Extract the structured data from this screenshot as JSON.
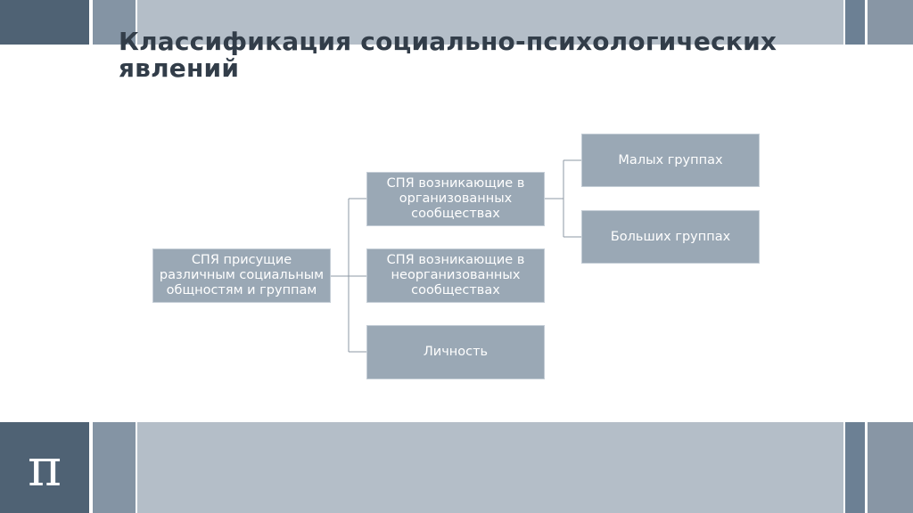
{
  "slide": {
    "title": "Классификация социально-психологических явлений",
    "logo_symbol": "π"
  },
  "diagram": {
    "root": {
      "label": "СПЯ присущие различным социальным общностям и группам"
    },
    "organized": {
      "label": "СПЯ возникающие в организованных сообществах"
    },
    "unorganized": {
      "label": "СПЯ возникающие в неорганизованных сообществах"
    },
    "personality": {
      "label": "Личность"
    },
    "small_groups": {
      "label": "Малых группах"
    },
    "large_groups": {
      "label": "Больших группах"
    }
  },
  "colors": {
    "node_fill": "#9aa8b5",
    "title_text": "#323d49",
    "connector": "#8e99a4"
  }
}
